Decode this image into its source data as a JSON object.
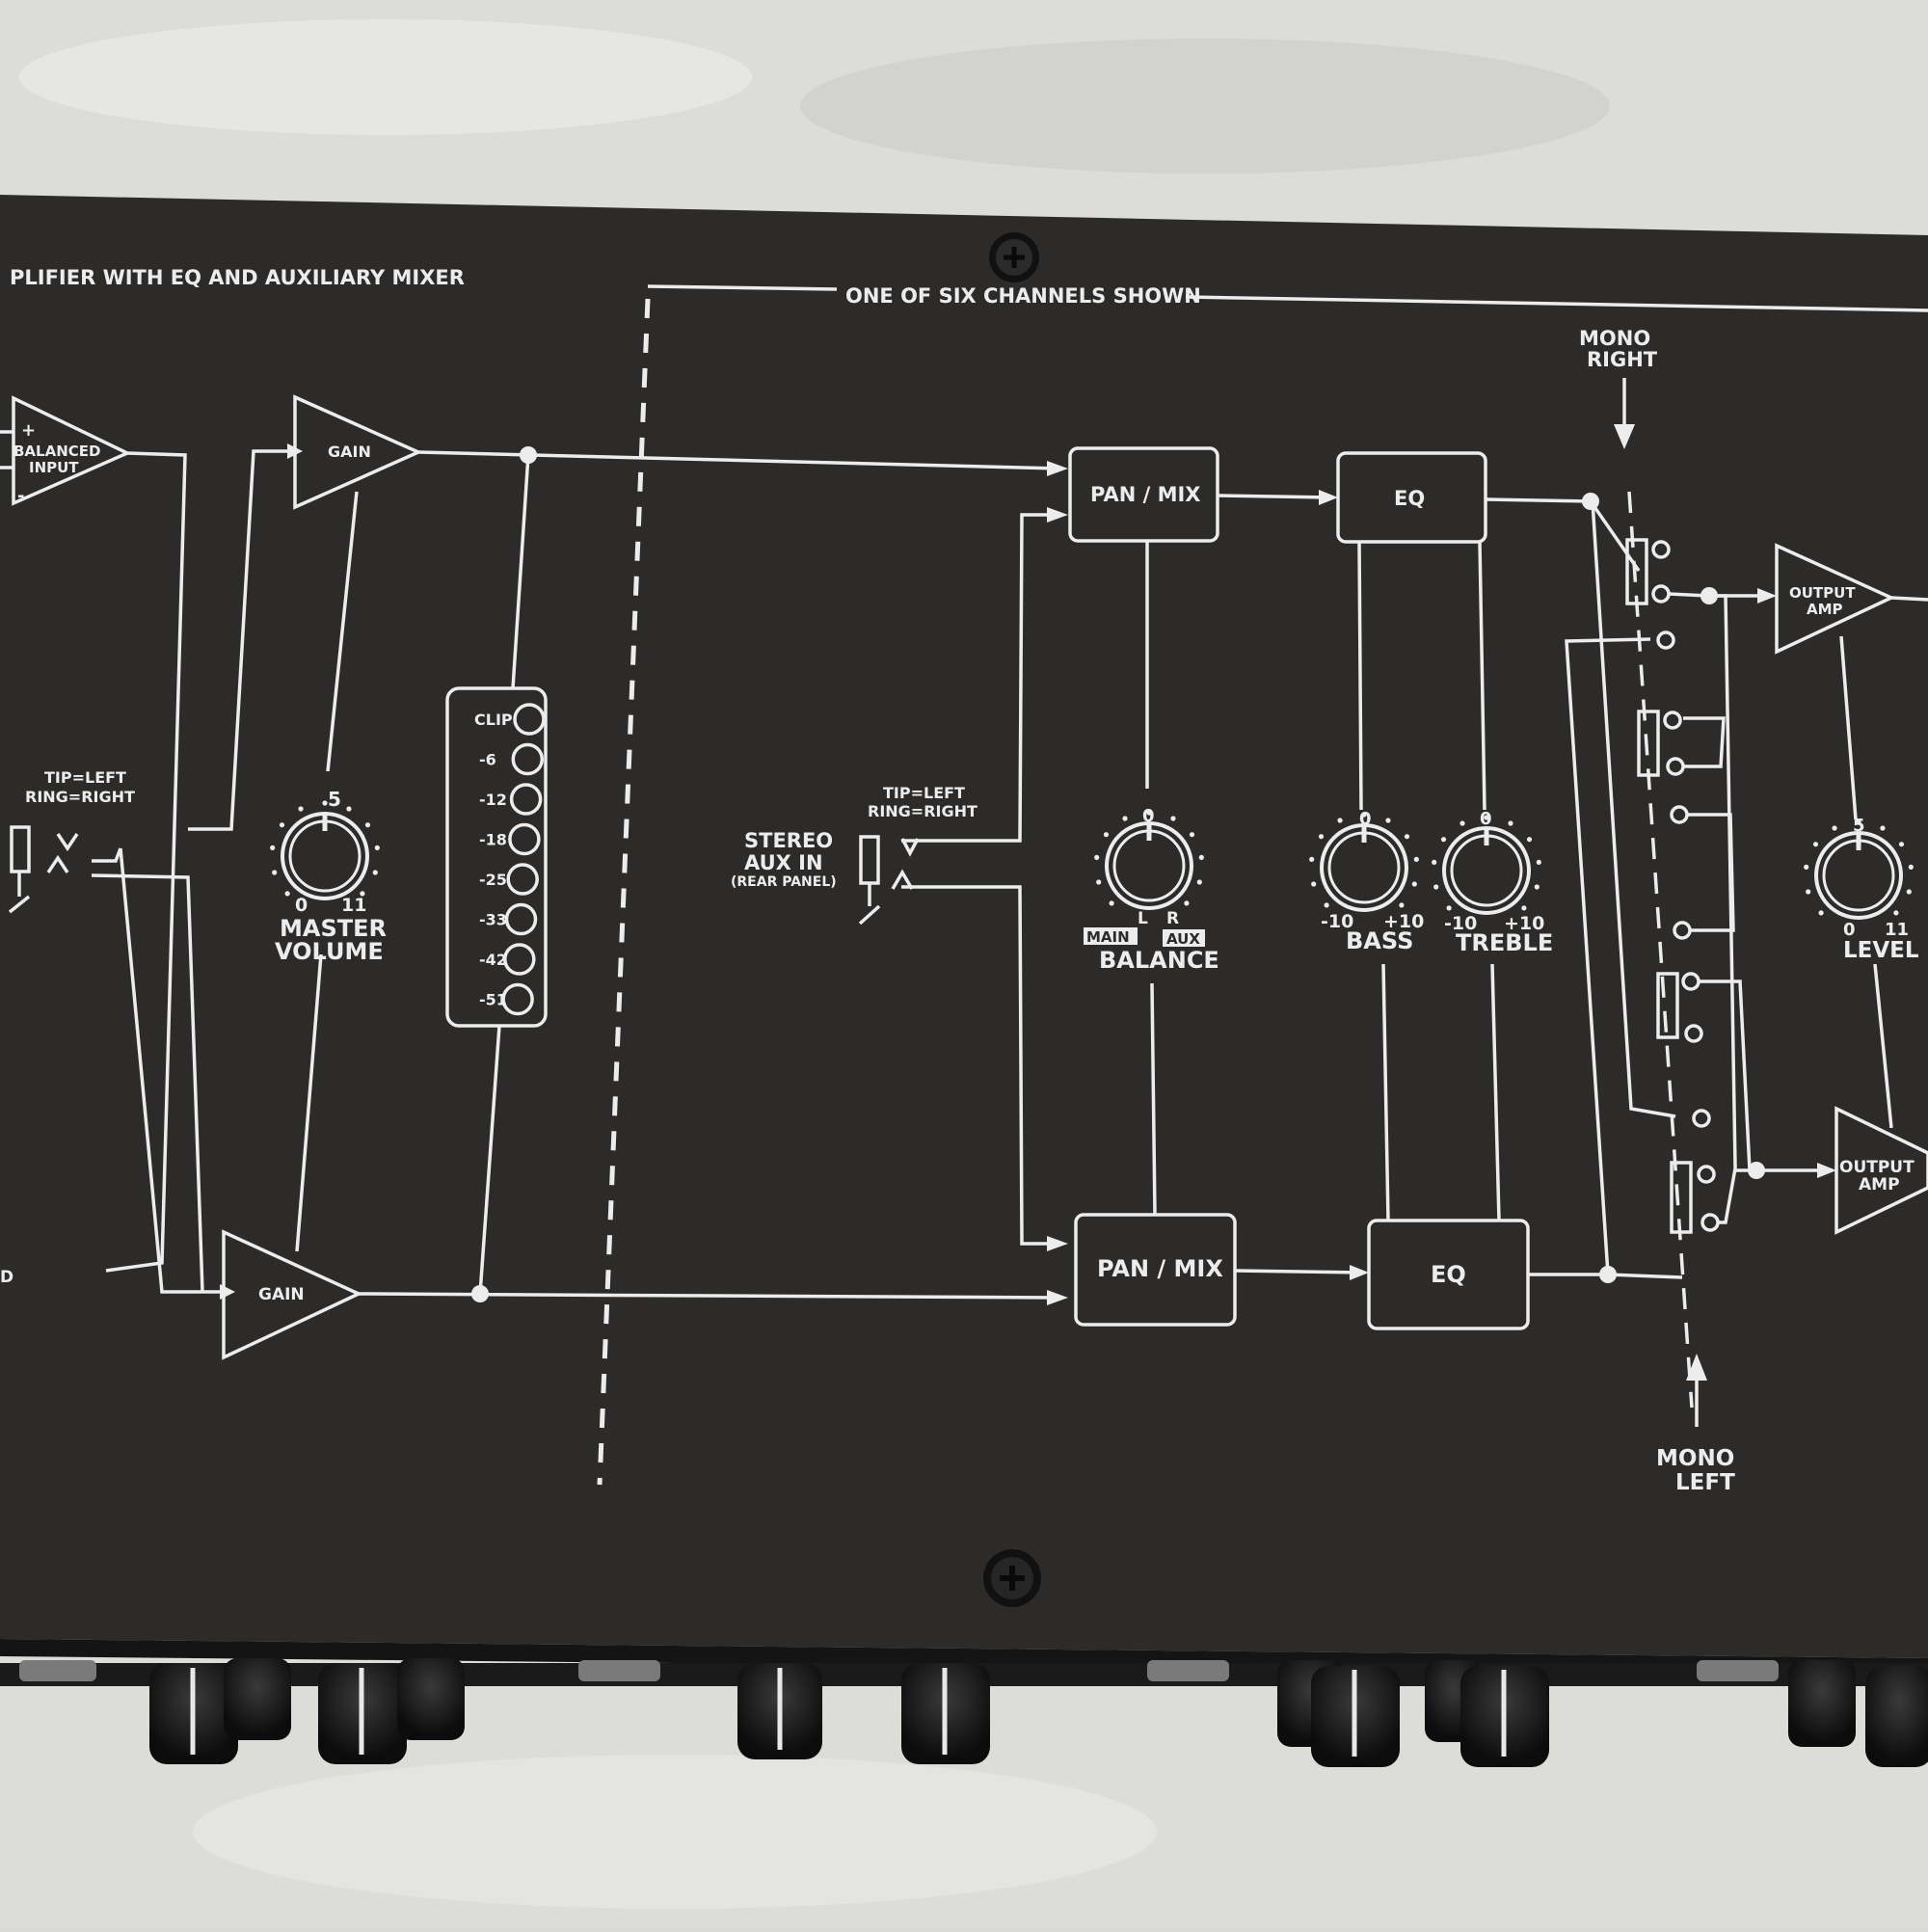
{
  "colors": {
    "panel": "#2c2b29",
    "ink": "#ececec",
    "carpet": "#d9d9d6"
  },
  "header": {
    "title_fragment": "PLIFIER WITH EQ AND AUXILIARY MIXER",
    "channels_note": "ONE OF SIX CHANNELS SHOWN"
  },
  "input": {
    "balanced_input": [
      "BALANCED",
      "INPUT"
    ],
    "plus": "+",
    "minus": "-",
    "tip_ring": [
      "TIP=LEFT",
      "RING=RIGHT"
    ],
    "partial_label": "D"
  },
  "gain": {
    "label": "GAIN"
  },
  "master": {
    "scale_top": "5",
    "scale_min": "0",
    "scale_max": "11",
    "label": [
      "MASTER",
      "VOLUME"
    ]
  },
  "meter": {
    "labels": [
      "CLIP",
      "-6",
      "-12",
      "-18",
      "-25",
      "-33",
      "-42",
      "-51"
    ]
  },
  "aux": {
    "label": [
      "STEREO",
      "AUX IN",
      "(REAR PANEL)"
    ],
    "tip_ring": [
      "TIP=LEFT",
      "RING=RIGHT"
    ]
  },
  "pan_mix": {
    "label": "PAN / MIX"
  },
  "balance": {
    "scale_top": "0",
    "left": "L",
    "right": "R",
    "main": "MAIN",
    "aux": "AUX",
    "label": "BALANCE"
  },
  "eq": {
    "label": "EQ"
  },
  "bass": {
    "scale_top": "0",
    "scale_min": "-10",
    "scale_max": "+10",
    "label": "BASS"
  },
  "treble": {
    "scale_top": "0",
    "scale_min": "-10",
    "scale_max": "+10",
    "label": "TREBLE"
  },
  "mono": {
    "right": [
      "MONO",
      "RIGHT"
    ],
    "left": [
      "MONO",
      "LEFT"
    ]
  },
  "output_amp": {
    "label": [
      "OUTPUT",
      "AMP"
    ]
  },
  "level": {
    "scale_top": "5",
    "scale_min": "0",
    "scale_max": "11",
    "label": "LEVEL"
  }
}
